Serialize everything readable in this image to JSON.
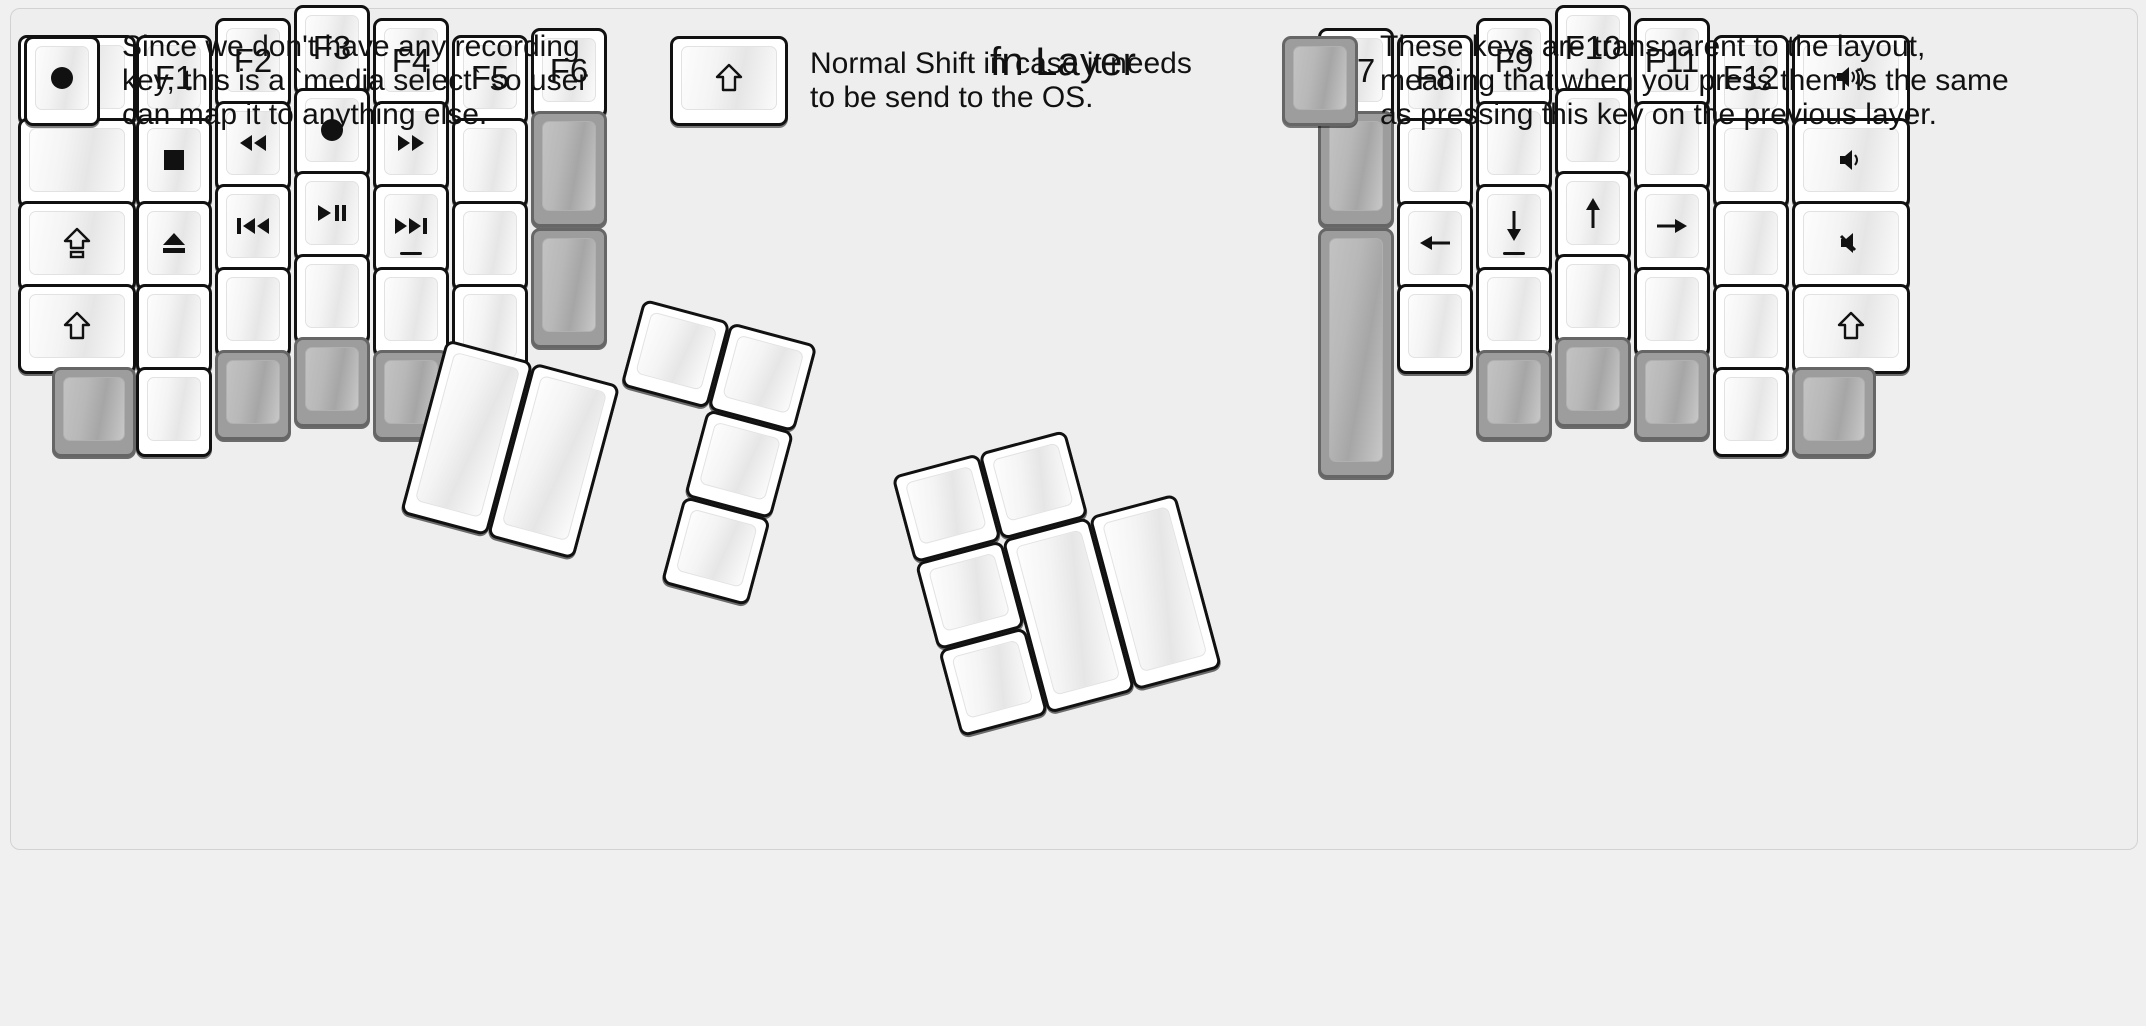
{
  "title": "fn Layer",
  "colors": {
    "background": "#f0f0f0",
    "panel": "#eeeeee",
    "key_fill": "#ffffff",
    "key_border": "#111111",
    "transparent_key_fill": "#9d9d9d",
    "transparent_key_border": "#666666",
    "text": "#111111"
  },
  "left_half": {
    "name": "left-keyboard-half",
    "columns": [
      {
        "name": "col-pinky-outer",
        "keys": [
          {
            "name": "key-blank-1",
            "label": "",
            "icon": "",
            "style": "normal"
          },
          {
            "name": "key-blank-2",
            "label": "",
            "icon": "",
            "style": "normal"
          },
          {
            "name": "key-capslock",
            "label": "",
            "icon": "caps-lock-icon",
            "style": "normal"
          },
          {
            "name": "key-shift",
            "label": "",
            "icon": "shift-arrow-icon",
            "style": "normal"
          },
          {
            "name": "key-transparent-1",
            "label": "",
            "icon": "",
            "style": "transparent"
          }
        ]
      },
      {
        "name": "col-pinky",
        "keys": [
          {
            "name": "key-f1",
            "label": "F1",
            "icon": "",
            "style": "normal"
          },
          {
            "name": "key-media-stop",
            "label": "",
            "icon": "stop-icon",
            "style": "normal"
          },
          {
            "name": "key-media-eject",
            "label": "",
            "icon": "eject-icon",
            "style": "normal"
          },
          {
            "name": "key-blank-3",
            "label": "",
            "icon": "",
            "style": "normal"
          },
          {
            "name": "key-blank-4",
            "label": "",
            "icon": "",
            "style": "normal"
          }
        ]
      },
      {
        "name": "col-ring",
        "keys": [
          {
            "name": "key-f2",
            "label": "F2",
            "icon": "",
            "style": "normal"
          },
          {
            "name": "key-media-rewind",
            "label": "",
            "icon": "rewind-icon",
            "style": "normal"
          },
          {
            "name": "key-media-prev-track",
            "label": "",
            "icon": "previous-track-icon",
            "style": "normal"
          },
          {
            "name": "key-blank-5",
            "label": "",
            "icon": "",
            "style": "normal"
          },
          {
            "name": "key-transparent-2",
            "label": "",
            "icon": "",
            "style": "transparent"
          }
        ]
      },
      {
        "name": "col-middle",
        "keys": [
          {
            "name": "key-f3",
            "label": "F3",
            "icon": "",
            "style": "normal"
          },
          {
            "name": "key-media-record",
            "label": "",
            "icon": "record-icon",
            "style": "normal"
          },
          {
            "name": "key-media-play-pause",
            "label": "",
            "icon": "play-pause-icon",
            "style": "normal"
          },
          {
            "name": "key-blank-6",
            "label": "",
            "icon": "",
            "style": "normal"
          },
          {
            "name": "key-transparent-3",
            "label": "",
            "icon": "",
            "style": "transparent"
          }
        ]
      },
      {
        "name": "col-index",
        "keys": [
          {
            "name": "key-f4",
            "label": "F4",
            "icon": "",
            "style": "normal"
          },
          {
            "name": "key-media-fast-forward",
            "label": "",
            "icon": "fast-forward-icon",
            "style": "normal"
          },
          {
            "name": "key-media-next-track",
            "label": "",
            "icon": "next-track-icon",
            "style": "normal",
            "homing": true
          },
          {
            "name": "key-blank-7",
            "label": "",
            "icon": "",
            "style": "normal"
          },
          {
            "name": "key-transparent-4",
            "label": "",
            "icon": "",
            "style": "transparent"
          }
        ]
      },
      {
        "name": "col-index-inner",
        "keys": [
          {
            "name": "key-f5",
            "label": "F5",
            "icon": "",
            "style": "normal"
          },
          {
            "name": "key-blank-8",
            "label": "",
            "icon": "",
            "style": "normal"
          },
          {
            "name": "key-blank-9",
            "label": "",
            "icon": "",
            "style": "normal"
          },
          {
            "name": "key-blank-10",
            "label": "",
            "icon": "",
            "style": "normal"
          }
        ]
      },
      {
        "name": "col-inner",
        "keys": [
          {
            "name": "key-f6",
            "label": "F6",
            "icon": "",
            "style": "normal"
          },
          {
            "name": "key-transparent-5",
            "label": "",
            "icon": "",
            "style": "transparent"
          },
          {
            "name": "key-transparent-6",
            "label": "",
            "icon": "",
            "style": "transparent"
          }
        ]
      }
    ],
    "thumb_cluster": {
      "name": "left-thumb-cluster",
      "keys": [
        {
          "name": "thumb-key-1",
          "label": "",
          "icon": "",
          "style": "normal"
        },
        {
          "name": "thumb-key-2",
          "label": "",
          "icon": "",
          "style": "normal"
        },
        {
          "name": "thumb-key-3",
          "label": "",
          "icon": "",
          "style": "normal"
        },
        {
          "name": "thumb-key-4",
          "label": "",
          "icon": "",
          "style": "normal"
        },
        {
          "name": "thumb-key-5",
          "label": "",
          "icon": "",
          "style": "normal"
        },
        {
          "name": "thumb-key-6",
          "label": "",
          "icon": "",
          "style": "normal"
        }
      ]
    }
  },
  "right_half": {
    "name": "right-keyboard-half",
    "columns": [
      {
        "name": "col-inner-r",
        "keys": [
          {
            "name": "key-f7",
            "label": "F7",
            "icon": "",
            "style": "normal"
          },
          {
            "name": "key-transparent-7",
            "label": "",
            "icon": "",
            "style": "transparent"
          },
          {
            "name": "key-transparent-8",
            "label": "",
            "icon": "",
            "style": "transparent"
          }
        ]
      },
      {
        "name": "col-index-inner-r",
        "keys": [
          {
            "name": "key-f8",
            "label": "F8",
            "icon": "",
            "style": "normal"
          },
          {
            "name": "key-blank-11",
            "label": "",
            "icon": "",
            "style": "normal"
          },
          {
            "name": "key-arrow-left",
            "label": "",
            "icon": "arrow-left-icon",
            "style": "normal"
          },
          {
            "name": "key-blank-12",
            "label": "",
            "icon": "",
            "style": "normal"
          }
        ]
      },
      {
        "name": "col-index-r",
        "keys": [
          {
            "name": "key-f9",
            "label": "F9",
            "icon": "",
            "style": "normal"
          },
          {
            "name": "key-blank-13",
            "label": "",
            "icon": "",
            "style": "normal"
          },
          {
            "name": "key-arrow-down",
            "label": "",
            "icon": "arrow-down-icon",
            "style": "normal",
            "homing": true
          },
          {
            "name": "key-blank-14",
            "label": "",
            "icon": "",
            "style": "normal"
          },
          {
            "name": "key-transparent-9",
            "label": "",
            "icon": "",
            "style": "transparent"
          }
        ]
      },
      {
        "name": "col-middle-r",
        "keys": [
          {
            "name": "key-f10",
            "label": "F10",
            "icon": "",
            "style": "normal"
          },
          {
            "name": "key-blank-15",
            "label": "",
            "icon": "",
            "style": "normal"
          },
          {
            "name": "key-arrow-up",
            "label": "",
            "icon": "arrow-up-icon",
            "style": "normal"
          },
          {
            "name": "key-blank-16",
            "label": "",
            "icon": "",
            "style": "normal"
          },
          {
            "name": "key-transparent-10",
            "label": "",
            "icon": "",
            "style": "transparent"
          }
        ]
      },
      {
        "name": "col-ring-r",
        "keys": [
          {
            "name": "key-f11",
            "label": "F11",
            "icon": "",
            "style": "normal"
          },
          {
            "name": "key-blank-17",
            "label": "",
            "icon": "",
            "style": "normal"
          },
          {
            "name": "key-arrow-right",
            "label": "",
            "icon": "arrow-right-icon",
            "style": "normal"
          },
          {
            "name": "key-blank-18",
            "label": "",
            "icon": "",
            "style": "normal"
          },
          {
            "name": "key-transparent-11",
            "label": "",
            "icon": "",
            "style": "transparent"
          }
        ]
      },
      {
        "name": "col-pinky-r",
        "keys": [
          {
            "name": "key-f12",
            "label": "F12",
            "icon": "",
            "style": "normal"
          },
          {
            "name": "key-blank-19",
            "label": "",
            "icon": "",
            "style": "normal"
          },
          {
            "name": "key-blank-20",
            "label": "",
            "icon": "",
            "style": "normal"
          },
          {
            "name": "key-blank-21",
            "label": "",
            "icon": "",
            "style": "normal"
          },
          {
            "name": "key-blank-22",
            "label": "",
            "icon": "",
            "style": "normal"
          }
        ]
      },
      {
        "name": "col-pinky-outer-r",
        "keys": [
          {
            "name": "key-volume-up",
            "label": "",
            "icon": "volume-up-icon",
            "style": "normal"
          },
          {
            "name": "key-volume-down",
            "label": "",
            "icon": "volume-down-icon",
            "style": "normal"
          },
          {
            "name": "key-mute",
            "label": "",
            "icon": "mute-icon",
            "style": "normal"
          },
          {
            "name": "key-shift-right",
            "label": "",
            "icon": "shift-arrow-icon",
            "style": "normal"
          },
          {
            "name": "key-transparent-12",
            "label": "",
            "icon": "",
            "style": "transparent"
          }
        ]
      }
    ],
    "thumb_cluster": {
      "name": "right-thumb-cluster",
      "keys": [
        {
          "name": "thumb-key-7",
          "label": "",
          "icon": "",
          "style": "normal"
        },
        {
          "name": "thumb-key-8",
          "label": "",
          "icon": "",
          "style": "normal"
        },
        {
          "name": "thumb-key-9",
          "label": "",
          "icon": "",
          "style": "normal"
        },
        {
          "name": "thumb-key-10",
          "label": "",
          "icon": "",
          "style": "normal"
        },
        {
          "name": "thumb-key-11",
          "label": "",
          "icon": "",
          "style": "normal"
        },
        {
          "name": "thumb-key-12",
          "label": "",
          "icon": "",
          "style": "normal"
        }
      ]
    }
  },
  "legend": [
    {
      "name": "legend-record-key",
      "icon": "record-icon",
      "style": "normal",
      "text": "Since we don't have any recording\nkey, this is a `media select` so user\ncan map it to anything else."
    },
    {
      "name": "legend-shift-key",
      "icon": "shift-arrow-icon",
      "style": "normal",
      "text": "Normal Shift in case it needs\nto be send to the OS."
    },
    {
      "name": "legend-transparent-key",
      "icon": "",
      "style": "transparent",
      "text": "These keys are transparent to the layout,\nmeaning that when you press them is the same\nas pressing this key on the previous layer."
    }
  ]
}
